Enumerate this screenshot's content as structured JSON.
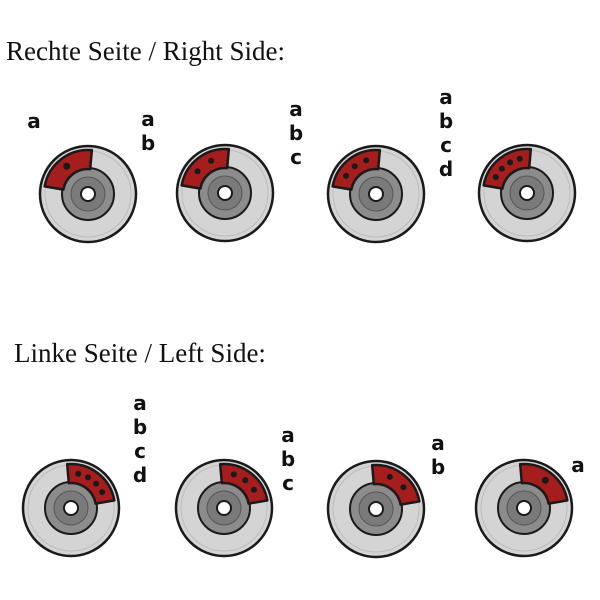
{
  "right_side": {
    "title": "Rechte Seite / Right Side:",
    "brakes": [
      {
        "labels": [
          "a"
        ],
        "caliper_holes": 1
      },
      {
        "labels": [
          "a",
          "b"
        ],
        "caliper_holes": 2
      },
      {
        "labels": [
          "a",
          "b",
          "c"
        ],
        "caliper_holes": 3
      },
      {
        "labels": [
          "a",
          "b",
          "c",
          "d"
        ],
        "caliper_holes": 4
      }
    ]
  },
  "left_side": {
    "title": "Linke Seite / Left Side:",
    "brakes": [
      {
        "labels": [
          "a",
          "b",
          "c",
          "d"
        ],
        "caliper_holes": 4
      },
      {
        "labels": [
          "a",
          "b",
          "c"
        ],
        "caliper_holes": 3
      },
      {
        "labels": [
          "a",
          "b"
        ],
        "caliper_holes": 2
      },
      {
        "labels": [
          "a"
        ],
        "caliper_holes": 1
      }
    ]
  },
  "colors": {
    "caliper": "#a51d1d",
    "disc_outer": "#d4d4d4",
    "disc_inner": "#8c8c8c",
    "hub": "#ffffff",
    "outline": "#1a1a1a"
  },
  "icons": [
    "brake-disc-icon",
    "brake-caliper-icon"
  ]
}
